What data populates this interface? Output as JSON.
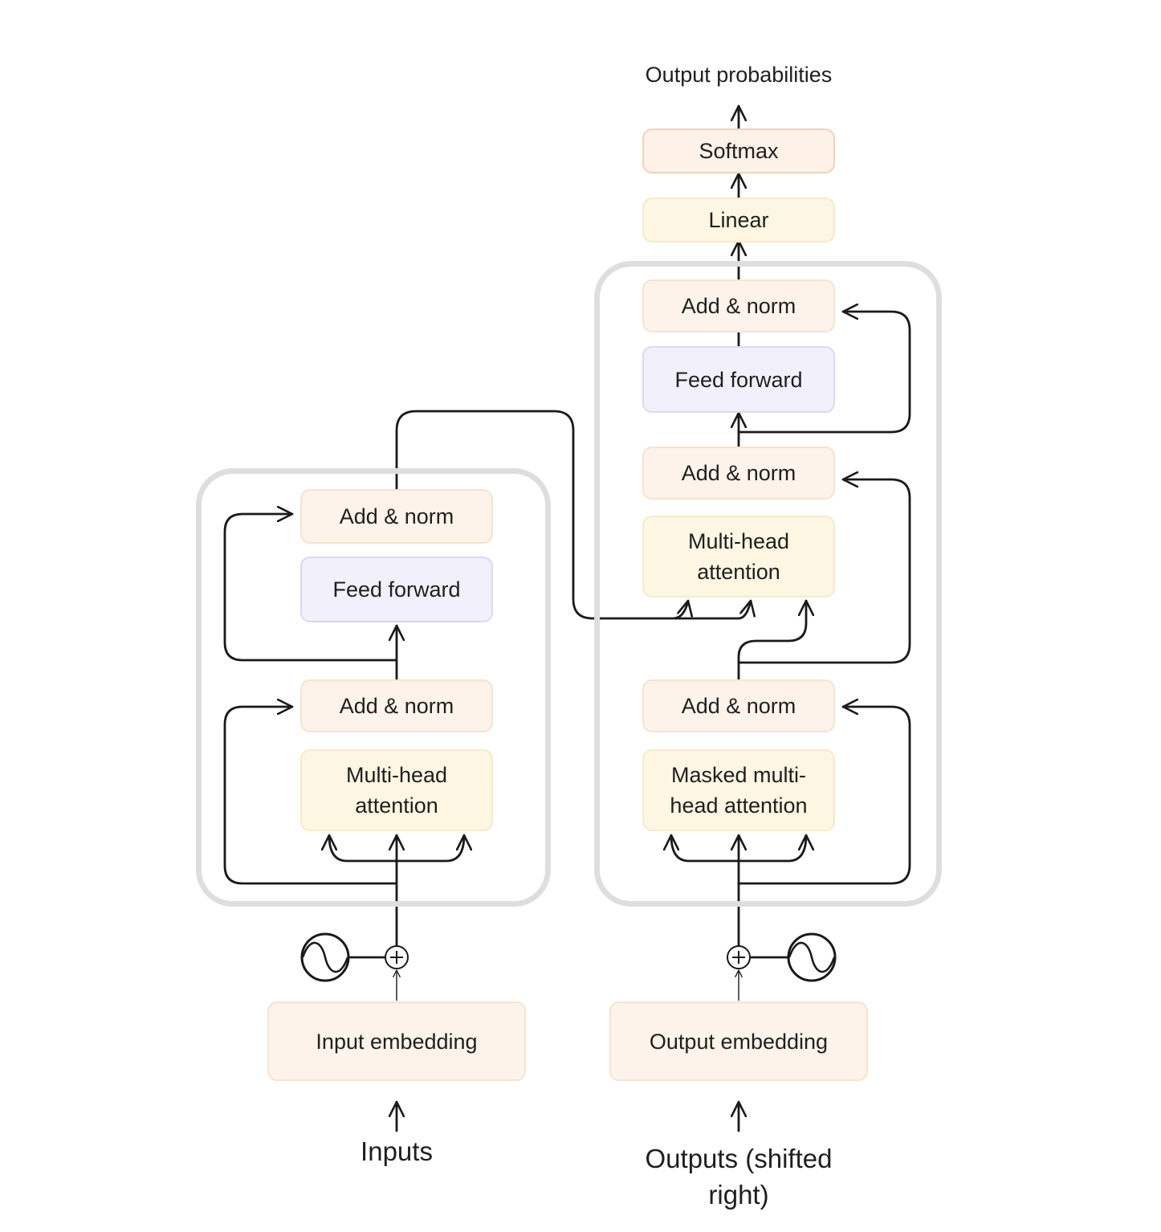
{
  "diagram": {
    "output_probabilities": "Output probabilities",
    "encoder": {
      "add_norm_top": "Add & norm",
      "feed_forward": "Feed forward",
      "add_norm_bottom": "Add & norm",
      "attention": "Multi-head attention",
      "embedding": "Input embedding",
      "input_label": "Inputs"
    },
    "decoder": {
      "softmax": "Softmax",
      "linear": "Linear",
      "add_norm_top": "Add & norm",
      "feed_forward": "Feed forward",
      "add_norm_middle": "Add & norm",
      "cross_attention": "Multi-head attention",
      "add_norm_bottom": "Add & norm",
      "masked_attention": "Masked multi-head attention",
      "embedding": "Output embedding",
      "output_label": "Outputs (shifted right)"
    },
    "colors": {
      "add_norm_fill": "#fdf3ea",
      "attention_fill": "#fdf6e2",
      "feed_forward_fill": "#f2f0fb",
      "softmax_border": "#f0d3bc",
      "stack_border": "#dedede",
      "wire": "#1a1a1a"
    },
    "icons": {
      "positional_encoding": "sine-wave-circle-icon",
      "add": "plus-circle-icon",
      "arrow": "arrow-head-icon"
    }
  }
}
